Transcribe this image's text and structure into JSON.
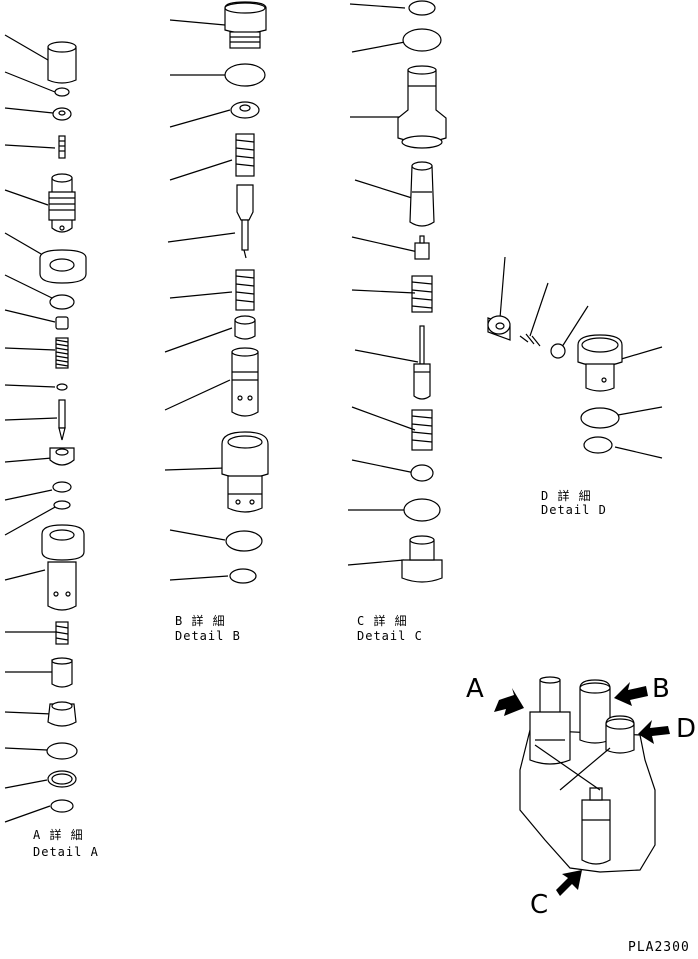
{
  "details": {
    "a": {
      "jp": "A 詳 細",
      "en": "Detail A"
    },
    "b": {
      "jp": "B 詳 細",
      "en": "Detail B"
    },
    "c": {
      "jp": "C 詳 細",
      "en": "Detail C"
    },
    "d": {
      "jp": "D 詳 細",
      "en": "Detail D"
    }
  },
  "view_labels": {
    "a": "A",
    "b": "B",
    "c": "C",
    "d": "D"
  },
  "drawing_code": "PLA2300"
}
